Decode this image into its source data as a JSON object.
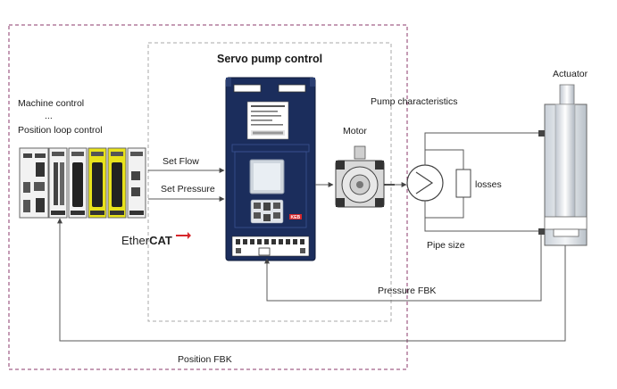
{
  "labels": {
    "servo_title": "Servo pump control",
    "machine_control": "Machine control",
    "ellipsis": "...",
    "position_loop": "Position loop control",
    "set_flow": "Set Flow",
    "set_pressure": "Set Pressure",
    "ethercat_prefix": "Ether",
    "ethercat_suffix": "CAT",
    "motor": "Motor",
    "pump_characteristics": "Pump characteristics",
    "losses": "losses",
    "pipe_size": "Pipe size",
    "actuator": "Actuator",
    "pressure_fbk": "Pressure FBK",
    "position_fbk": "Position FBK",
    "drive_brand": "KEB"
  },
  "colors": {
    "outer_border": "#8b3a6b",
    "inner_border": "#a8a8a8",
    "drive_body": "#1b2d5c",
    "module_yellow": "#e8e21c",
    "ethercat_red": "#d6262b"
  }
}
